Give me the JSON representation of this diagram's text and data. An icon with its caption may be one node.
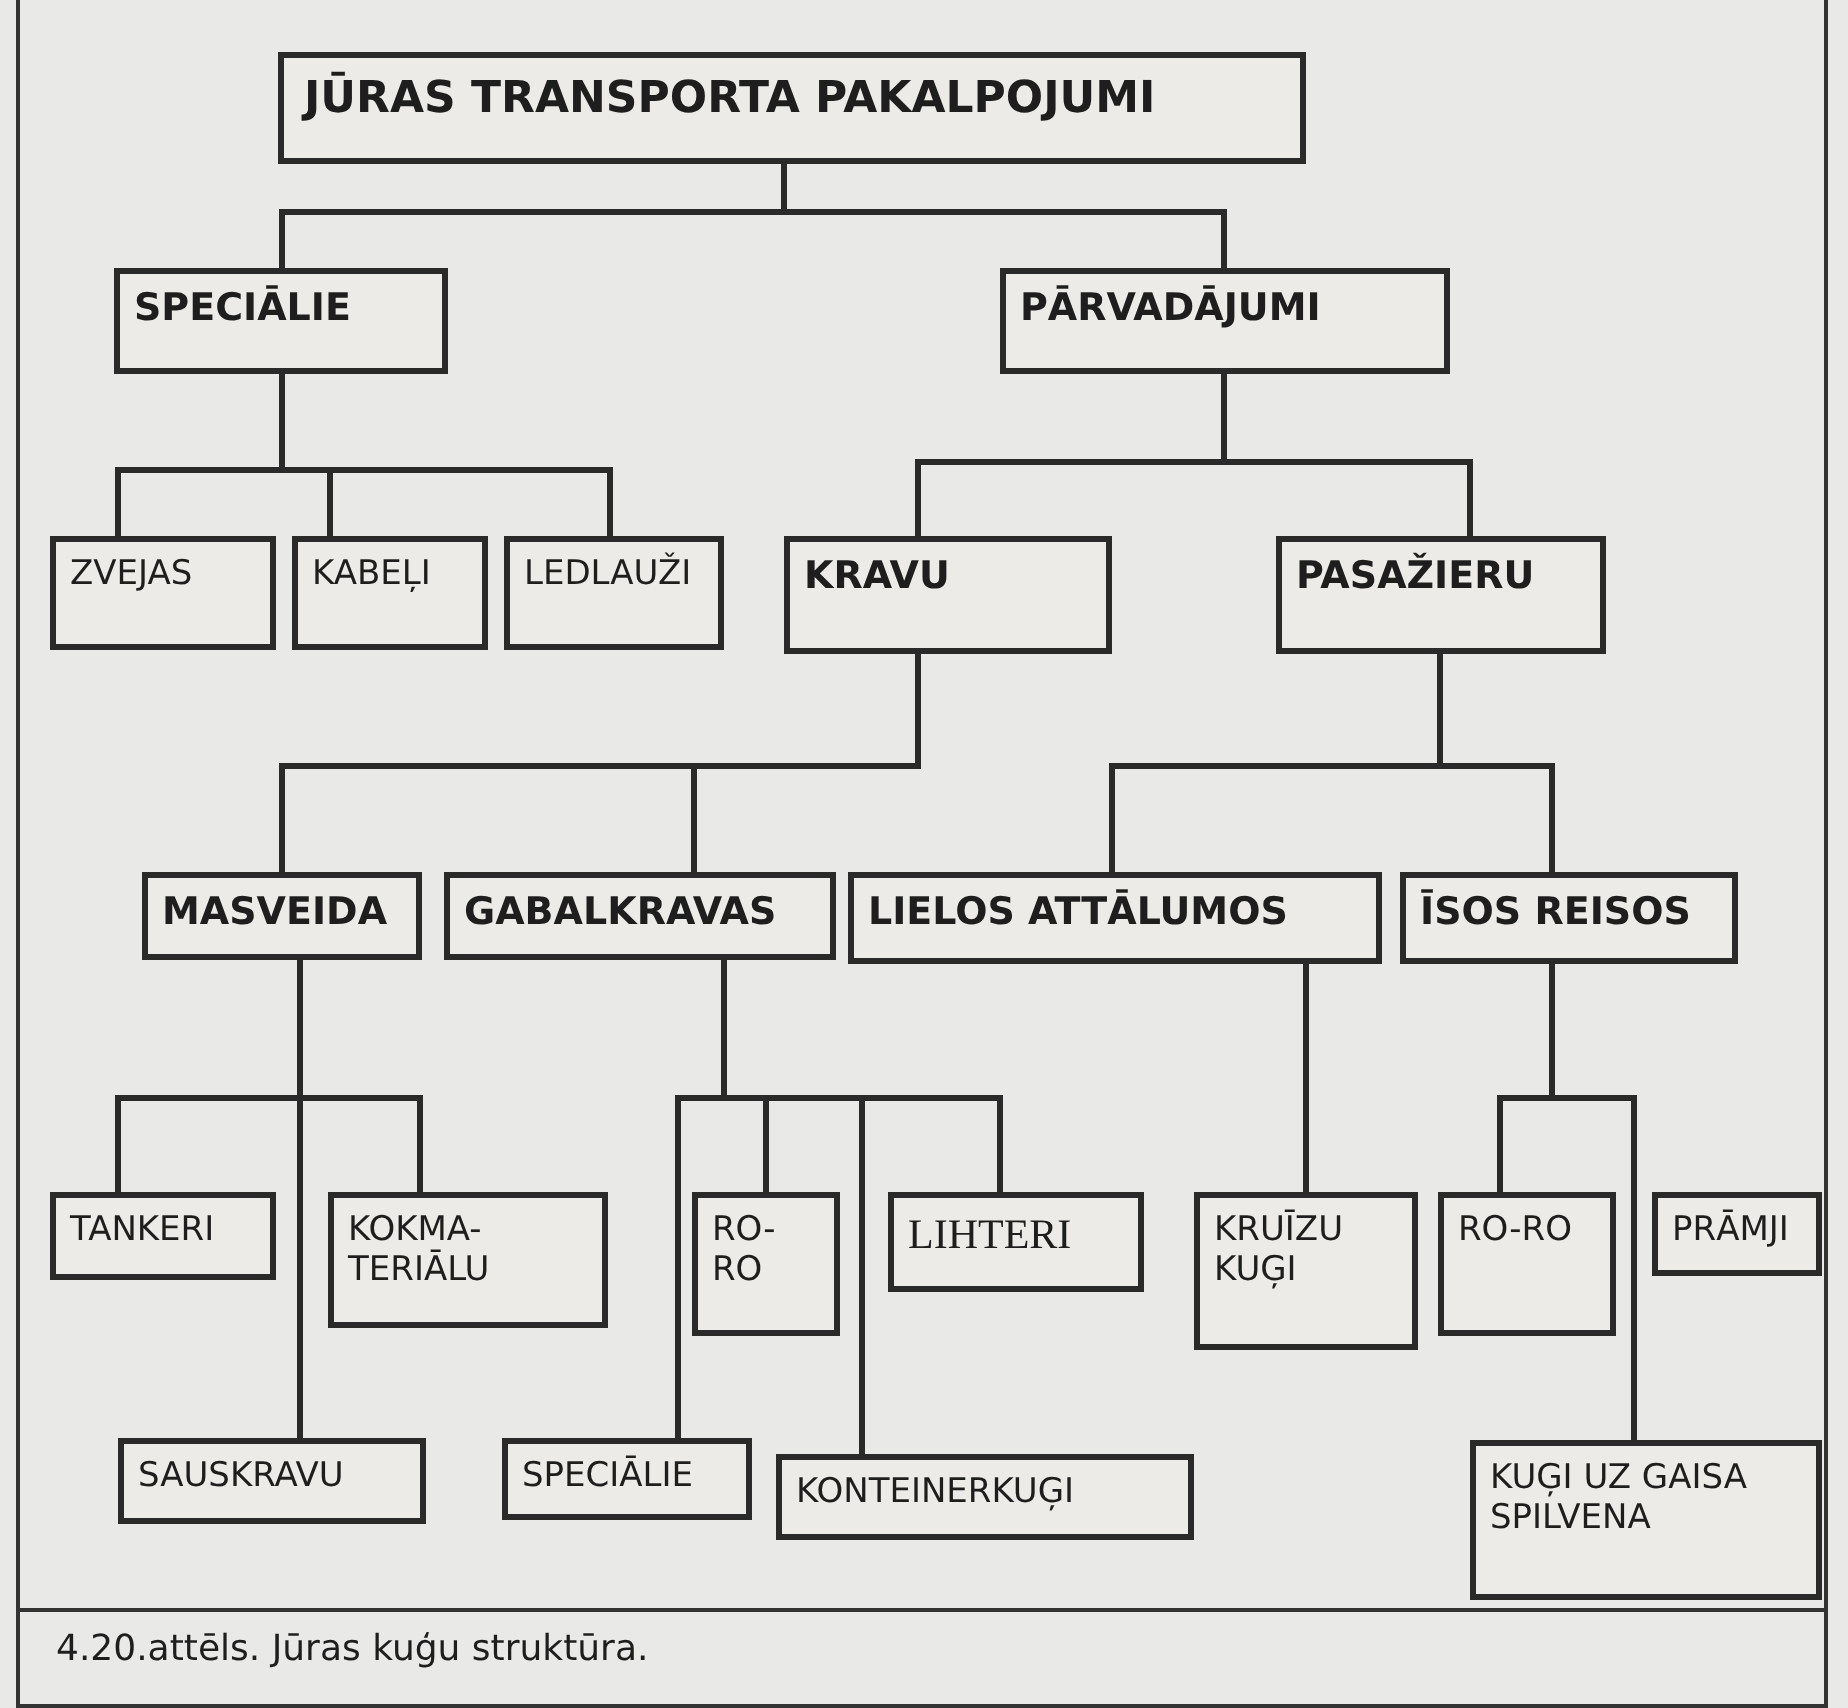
{
  "diagram": {
    "caption": "4.20.attēls. Jūras kuģu struktūra.",
    "nodes": [
      {
        "text": [
          "JŪRAS TRANSPORTA PAKALPOJUMI"
        ]
      },
      {
        "text": [
          "SPECIĀLIE"
        ]
      },
      {
        "text": [
          "PĀRVADĀJUMI"
        ]
      },
      {
        "text": [
          "ZVEJAS"
        ]
      },
      {
        "text": [
          "KABEĻI"
        ]
      },
      {
        "text": [
          "LEDLAUŽI"
        ]
      },
      {
        "text": [
          "KRAVU"
        ]
      },
      {
        "text": [
          "PASAŽIERU"
        ]
      },
      {
        "text": [
          "MASVEIDA"
        ]
      },
      {
        "text": [
          "GABALKRAVAS"
        ]
      },
      {
        "text": [
          "LIELOS ATTĀLUMOS"
        ]
      },
      {
        "text": [
          "ĪSOS REISOS"
        ]
      },
      {
        "text": [
          "TANKERI"
        ]
      },
      {
        "text": [
          "KOKMA-TERIĀLU"
        ]
      },
      {
        "text": [
          "RO-RO"
        ]
      },
      {
        "text": [
          "LIHTERI"
        ]
      },
      {
        "text": [
          "KRUĪZU KUĢI"
        ]
      },
      {
        "text": [
          "RO-RO"
        ]
      },
      {
        "text": [
          "PRĀMJI"
        ]
      },
      {
        "text": [
          "SAUSKRAVU"
        ]
      },
      {
        "text": [
          "SPECIĀLIE"
        ]
      },
      {
        "text": [
          "KONTEINERKUĢI"
        ]
      },
      {
        "text": [
          "KUĢI UZ GAISA SPILVENA"
        ]
      }
    ],
    "edges": [
      {
        "from": 0,
        "to": 1,
        "arrow": "none"
      },
      {
        "from": 0,
        "to": 2,
        "arrow": "none"
      },
      {
        "from": 1,
        "to": 3,
        "arrow": "none"
      },
      {
        "from": 1,
        "to": 4,
        "arrow": "none"
      },
      {
        "from": 1,
        "to": 5,
        "arrow": "none"
      },
      {
        "from": 2,
        "to": 6,
        "arrow": "none"
      },
      {
        "from": 2,
        "to": 7,
        "arrow": "none"
      },
      {
        "from": 6,
        "to": 8,
        "arrow": "none"
      },
      {
        "from": 6,
        "to": 9,
        "arrow": "none"
      },
      {
        "from": 7,
        "to": 10,
        "arrow": "none"
      },
      {
        "from": 7,
        "to": 11,
        "arrow": "none"
      },
      {
        "from": 8,
        "to": 12,
        "arrow": "none"
      },
      {
        "from": 8,
        "to": 13,
        "arrow": "none"
      },
      {
        "from": 8,
        "to": 19,
        "arrow": "none"
      },
      {
        "from": 9,
        "to": 14,
        "arrow": "none"
      },
      {
        "from": 9,
        "to": 15,
        "arrow": "none"
      },
      {
        "from": 9,
        "to": 20,
        "arrow": "none"
      },
      {
        "from": 9,
        "to": 21,
        "arrow": "none"
      },
      {
        "from": 10,
        "to": 16,
        "arrow": "none"
      },
      {
        "from": 11,
        "to": 17,
        "arrow": "none"
      },
      {
        "from": 11,
        "to": 18,
        "arrow": "none"
      },
      {
        "from": 11,
        "to": 22,
        "arrow": "none"
      }
    ]
  }
}
